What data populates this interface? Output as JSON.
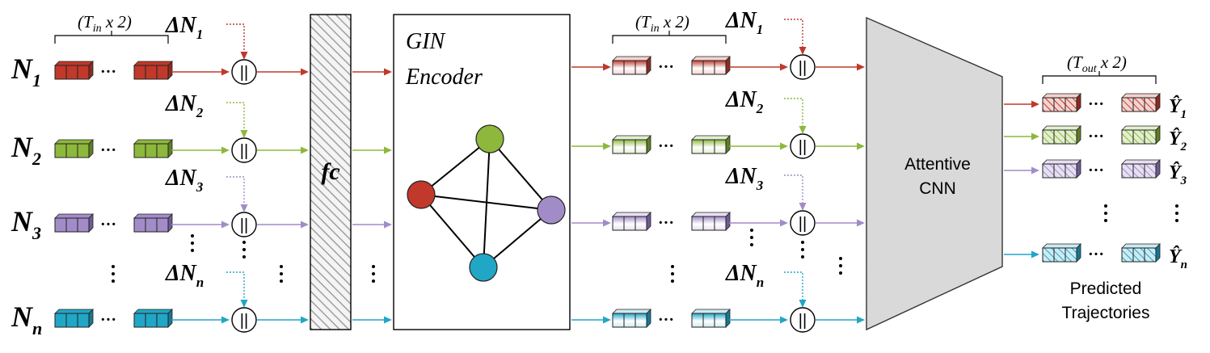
{
  "inputs": {
    "rows": [
      {
        "node_main": "N",
        "node_sub": "1",
        "delta_main": "ΔN",
        "delta_sub": "1",
        "color": "#c0392b",
        "dark": "#8e2a20",
        "light": "#f3d3cf"
      },
      {
        "node_main": "N",
        "node_sub": "2",
        "delta_main": "ΔN",
        "delta_sub": "2",
        "color": "#8db83c",
        "dark": "#5f7f23",
        "light": "#e2efcf"
      },
      {
        "node_main": "N",
        "node_sub": "3",
        "delta_main": "ΔN",
        "delta_sub": "3",
        "color": "#a28cc8",
        "dark": "#6f5a95",
        "light": "#e7e0f2"
      },
      {
        "node_main": "N",
        "node_sub": "n",
        "delta_main": "ΔN",
        "delta_sub": "n",
        "color": "#22a6c6",
        "dark": "#167894",
        "light": "#cdeaf2"
      }
    ],
    "length_label_main": "(T",
    "length_label_sub": "in",
    "length_label_rest": " x 2)"
  },
  "concat_symbol": "||",
  "fc_label": "fc",
  "encoder": {
    "line1": "GIN",
    "line2": "Encoder"
  },
  "cnn": {
    "line1": "Attentive",
    "line2": "CNN"
  },
  "outputs": {
    "length_label_main": "(T",
    "length_label_sub": "out",
    "length_label_rest": " x 2)",
    "labels": [
      {
        "main": "Ŷ",
        "sub": "1"
      },
      {
        "main": "Ŷ",
        "sub": "2"
      },
      {
        "main": "Ŷ",
        "sub": "3"
      },
      {
        "main": "Ŷ",
        "sub": "n"
      }
    ],
    "caption_line1": "Predicted",
    "caption_line2": "Trajectories"
  },
  "graph_nodes": [
    {
      "color": "#8db83c"
    },
    {
      "color": "#c0392b"
    },
    {
      "color": "#a28cc8"
    },
    {
      "color": "#22a6c6"
    }
  ],
  "colors": {
    "cnn_fill": "#d9d9d9",
    "fc_hatch": "#9a9a9a",
    "line": "#000000"
  }
}
